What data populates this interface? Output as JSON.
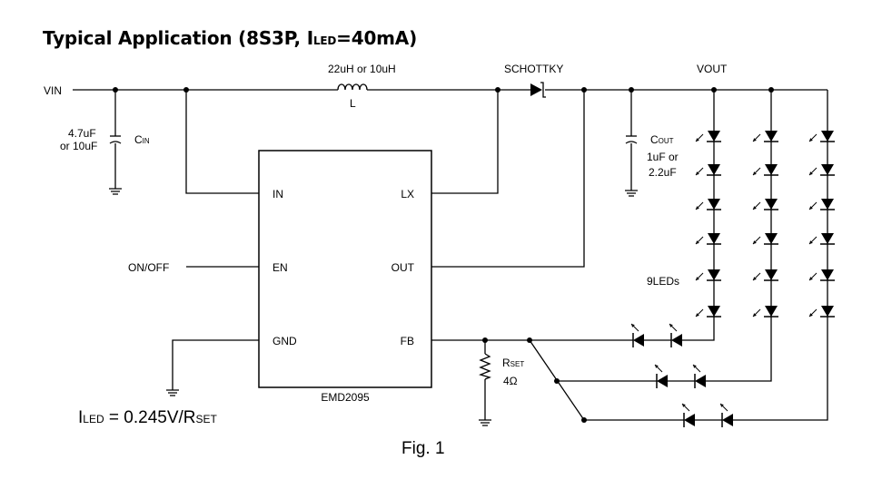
{
  "title": {
    "prefix": "Typical Application (8S3P, I",
    "sub": "LED",
    "suffix": "=40mA)"
  },
  "labels": {
    "vin": "VIN",
    "inductor_value": "22uH or 10uH",
    "inductor_ref": "L",
    "schottky": "SCHOTTKY",
    "vout": "VOUT",
    "cin_value_1": "4.7uF",
    "cin_value_2": "or 10uF",
    "cin_ref_main": "C",
    "cin_ref_sub": "IN",
    "cout_ref_main": "C",
    "cout_ref_sub": "OUT",
    "cout_value_1": "1uF or",
    "cout_value_2": "2.2uF",
    "on_off": "ON/OFF",
    "pin_in": "IN",
    "pin_en": "EN",
    "pin_gnd": "GND",
    "pin_lx": "LX",
    "pin_out": "OUT",
    "pin_fb": "FB",
    "ic_name": "EMD2095",
    "leds_note": "9LEDs",
    "rset_ref_main": "R",
    "rset_ref_sub": "SET",
    "rset_value": "4Ω"
  },
  "formula": {
    "i": "I",
    "i_sub": "LED",
    "mid": " = 0.245V/R",
    "r_sub": "SET"
  },
  "caption": "Fig. 1"
}
